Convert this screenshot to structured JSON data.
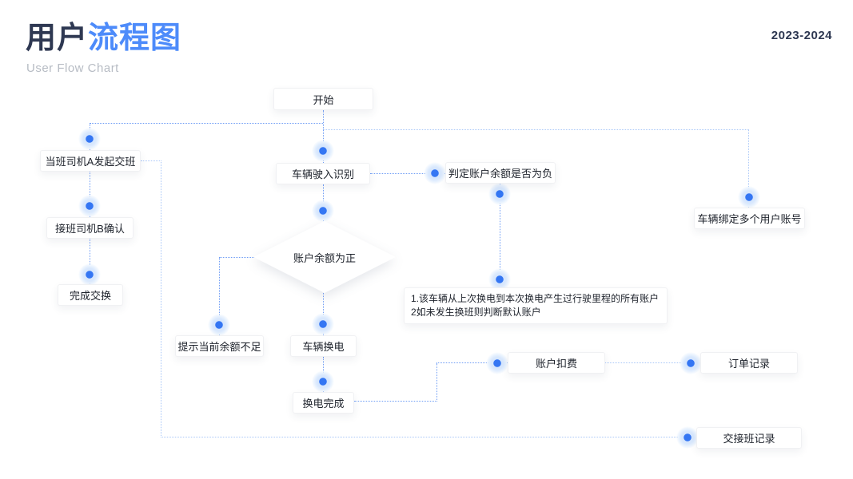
{
  "header": {
    "title_primary": "用户",
    "title_accent": "流程图",
    "subtitle": "User Flow Chart",
    "period": "2023-2024"
  },
  "colors": {
    "accent_blue": "#4d8bfa",
    "dark_navy": "#2e3852",
    "junction_dot_blue": "#3476f3",
    "connector_line_blue": "#6f9df5",
    "connector_line_light": "#a9c7f8"
  },
  "flow": {
    "nodes": {
      "start": "开始",
      "driver_a_handover": "当班司机A发起交班",
      "vehicle_entry_recognition": "车辆驶入识别",
      "judge_negative_balance": "判定账户余额是否为负",
      "vehicle_multi_account": "车辆绑定多个用户账号",
      "driver_b_confirm": "接班司机B确认",
      "complete_exchange": "完成交换",
      "balance_positive": "账户余额为正",
      "note_line1": "1.该车辆从上次换电到本次换电产生过行驶里程的所有账户",
      "note_line2": "2如未发生换班则判断默认账户",
      "insufficient_balance_hint": "提示当前余额不足",
      "vehicle_swap": "车辆换电",
      "account_charge": "账户扣费",
      "order_record": "订单记录",
      "swap_complete": "换电完成",
      "handover_record": "交接班记录"
    }
  }
}
